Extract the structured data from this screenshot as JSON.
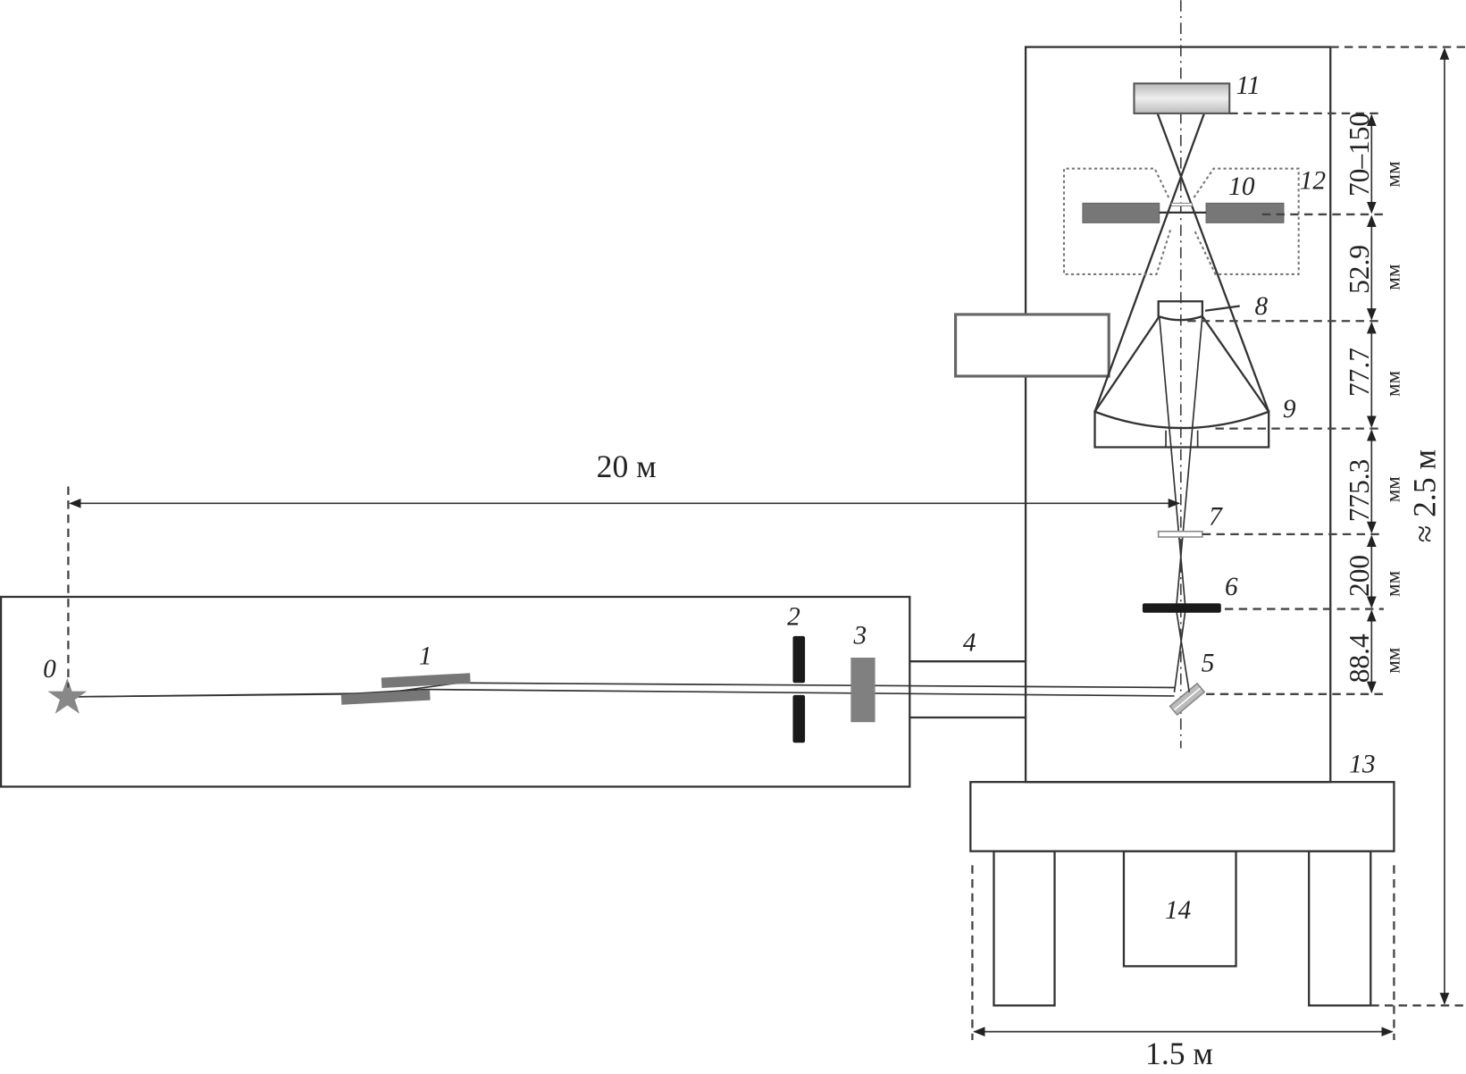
{
  "labels": {
    "l0": "0",
    "l1": "1",
    "l2": "2",
    "l3": "3",
    "l4": "4",
    "l5": "5",
    "l6": "6",
    "l7": "7",
    "l8": "8",
    "l9": "9",
    "l10": "10",
    "l11": "11",
    "l12": "12",
    "l13": "13",
    "l14": "14"
  },
  "dimensions": {
    "distance_source": "20 м",
    "width": "1.5 м",
    "height": "≈ 2.5 м",
    "segments": [
      {
        "value": "70–150",
        "unit": "мм"
      },
      {
        "value": "52.9",
        "unit": "мм"
      },
      {
        "value": "77.7",
        "unit": "мм"
      },
      {
        "value": "775.3",
        "unit": "мм"
      },
      {
        "value": "200",
        "unit": "мм"
      },
      {
        "value": "88.4",
        "unit": "мм"
      }
    ]
  },
  "colors": {
    "line": "#333333",
    "component_gray": "#777777",
    "stop_black": "#1a1a1a"
  }
}
